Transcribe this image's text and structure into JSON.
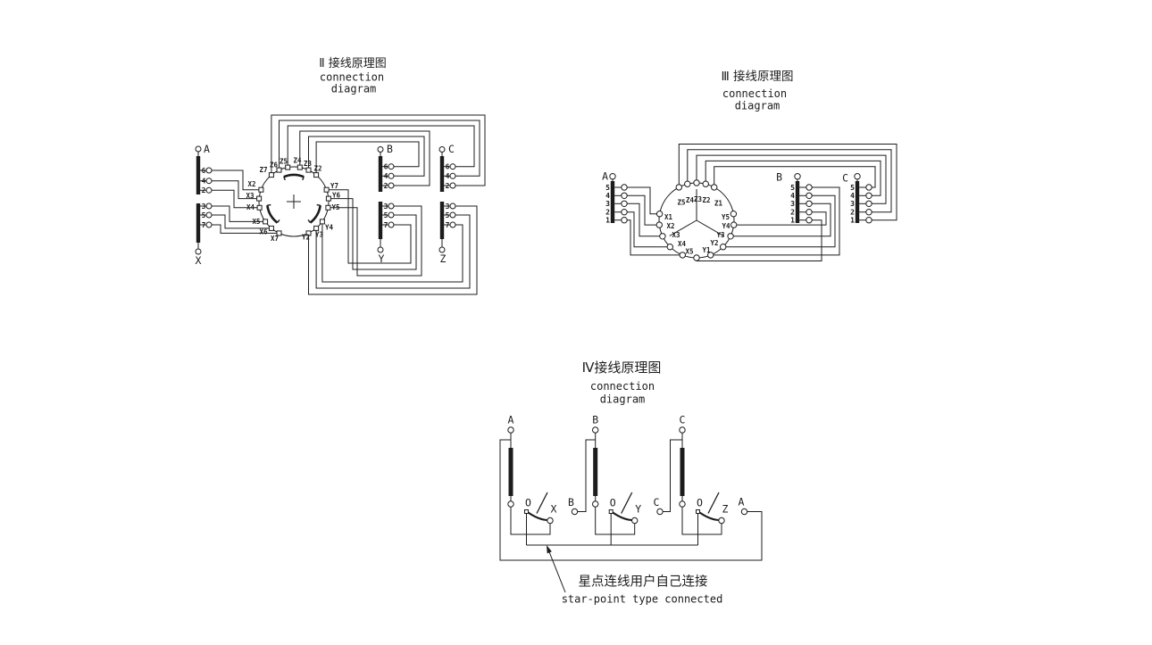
{
  "page": {
    "background": "#ffffff",
    "ink": "#1c1c1c"
  },
  "diagram2": {
    "title_cn": "Ⅱ 接线原理图",
    "title_en_1": "connection",
    "title_en_2": "diagram",
    "coil_a": {
      "top_terminal": "A",
      "bottom_terminal": "X",
      "upper_taps": [
        "6",
        "4",
        "2"
      ],
      "lower_taps": [
        "3",
        "5",
        "7"
      ]
    },
    "coil_b": {
      "top_terminal": "B",
      "bottom_terminal": "Y",
      "upper_taps": [
        "6",
        "4",
        "2"
      ],
      "lower_taps": [
        "3",
        "5",
        "7"
      ]
    },
    "coil_c": {
      "top_terminal": "C",
      "bottom_terminal": "Z",
      "upper_taps": [
        "6",
        "4",
        "2"
      ],
      "lower_taps": [
        "3",
        "5",
        "7"
      ]
    },
    "selector": {
      "top_labels": [
        "Z7",
        "Z6",
        "Z5",
        "Z4",
        "Z3",
        "Z2"
      ],
      "left_labels": [
        "X2",
        "X3",
        "X4",
        "X5",
        "X6",
        "X7"
      ],
      "right_labels": [
        "Y7",
        "Y6",
        "Y5",
        "Y4",
        "Y3",
        "Y2"
      ]
    }
  },
  "diagram3": {
    "title_cn": "Ⅲ 接线原理图",
    "title_en_1": "connection",
    "title_en_2": "diagram",
    "coil_a": {
      "top_terminal": "A",
      "taps": [
        "5",
        "4",
        "3",
        "2",
        "1"
      ]
    },
    "coil_b": {
      "top_terminal": "B",
      "taps": [
        "5",
        "4",
        "3",
        "2",
        "1"
      ]
    },
    "coil_c": {
      "top_terminal": "C",
      "taps": [
        "5",
        "4",
        "3",
        "2",
        "1"
      ]
    },
    "selector": {
      "top_labels": [
        "Z5",
        "Z4",
        "Z3",
        "Z2",
        "Z1"
      ],
      "left_labels": [
        "X1",
        "X2",
        "X3",
        "X4",
        "X5"
      ],
      "right_labels": [
        "Y5",
        "Y4",
        "Y3",
        "Y2",
        "Y1"
      ]
    }
  },
  "diagram4": {
    "title_cn": "Ⅳ接线原理图",
    "title_en_1": "connection",
    "title_en_2": "diagram",
    "phases": [
      {
        "line_terminal": "A",
        "switch_pole": "O",
        "winding_end": "X",
        "next_terminal": "B"
      },
      {
        "line_terminal": "B",
        "switch_pole": "O",
        "winding_end": "Y",
        "next_terminal": "C"
      },
      {
        "line_terminal": "C",
        "switch_pole": "O",
        "winding_end": "Z",
        "next_terminal": "A"
      }
    ],
    "note_cn": "星点连线用户自己连接",
    "note_en": "star-point type connected"
  }
}
